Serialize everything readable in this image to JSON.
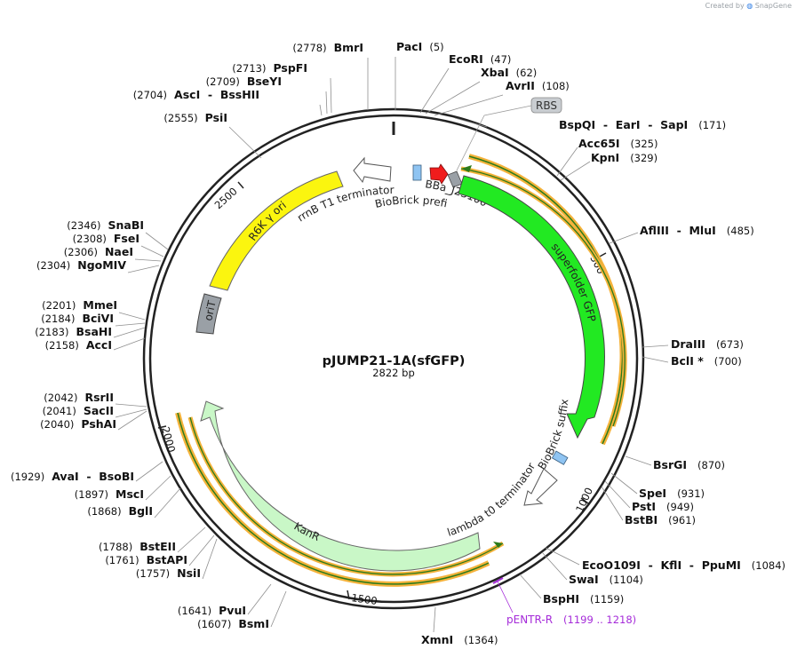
{
  "plasmid": {
    "name": "pJUMP21-1A(sfGFP)",
    "length_label": "2822 bp",
    "length": 2822
  },
  "branding": {
    "created_by": "Created by",
    "app": "SnapGene"
  },
  "scale_ticks": [
    "500",
    "1000",
    "1500",
    "2000",
    "2500"
  ],
  "sites_right": [
    {
      "name": "PacI",
      "pos": "(5)"
    },
    {
      "name": "EcoRI",
      "pos": "(47)"
    },
    {
      "name": "XbaI",
      "pos": "(62)"
    },
    {
      "name": "AvrII",
      "pos": "(108)"
    },
    {
      "name": "BspQI  -  EarI  -  SapI",
      "pos": "(171)"
    },
    {
      "name": "Acc65I",
      "pos": "(325)"
    },
    {
      "name": "KpnI",
      "pos": "(329)"
    },
    {
      "name": "AflIII  -  MluI",
      "pos": "(485)"
    },
    {
      "name": "DraIII",
      "pos": "(673)"
    },
    {
      "name": "BclI *",
      "pos": "(700)"
    },
    {
      "name": "BsrGI",
      "pos": "(870)"
    },
    {
      "name": "SpeI",
      "pos": "(931)"
    },
    {
      "name": "PstI",
      "pos": "(949)"
    },
    {
      "name": "BstBI",
      "pos": "(961)"
    },
    {
      "name": "EcoO109I  -  KflI  -  PpuMI",
      "pos": "(1084)"
    },
    {
      "name": "SwaI",
      "pos": "(1104)"
    },
    {
      "name": "BspHI",
      "pos": "(1159)"
    },
    {
      "name": "XmnI",
      "pos": "(1364)"
    }
  ],
  "sites_left": [
    {
      "name": "BmrI",
      "pos": "(2778)"
    },
    {
      "name": "PspFI",
      "pos": "(2713)"
    },
    {
      "name": "BseYI",
      "pos": "(2709)"
    },
    {
      "name": "AscI  -  BssHII",
      "pos": "(2704)"
    },
    {
      "name": "PsiI",
      "pos": "(2555)"
    },
    {
      "name": "SnaBI",
      "pos": "(2346)"
    },
    {
      "name": "FseI",
      "pos": "(2308)"
    },
    {
      "name": "NaeI",
      "pos": "(2306)"
    },
    {
      "name": "NgoMIV",
      "pos": "(2304)"
    },
    {
      "name": "MmeI",
      "pos": "(2201)"
    },
    {
      "name": "BciVI",
      "pos": "(2184)"
    },
    {
      "name": "BsaHI",
      "pos": "(2183)"
    },
    {
      "name": "AccI",
      "pos": "(2158)"
    },
    {
      "name": "RsrII",
      "pos": "(2042)"
    },
    {
      "name": "SacII",
      "pos": "(2041)"
    },
    {
      "name": "PshAI",
      "pos": "(2040)"
    },
    {
      "name": "AvaI  -  BsoBI",
      "pos": "(1929)"
    },
    {
      "name": "MscI",
      "pos": "(1897)"
    },
    {
      "name": "BglI",
      "pos": "(1868)"
    },
    {
      "name": "BstEII",
      "pos": "(1788)"
    },
    {
      "name": "BstAPI",
      "pos": "(1761)"
    },
    {
      "name": "NsiI",
      "pos": "(1757)"
    },
    {
      "name": "PvuI",
      "pos": "(1641)"
    },
    {
      "name": "BsmI",
      "pos": "(1607)"
    }
  ],
  "features": {
    "rbs": "RBS",
    "bba": "BBa_J23100",
    "biobrick_prefix": "BioBrick prefix",
    "rrnb": "rrnB T1 terminator",
    "r6k": "R6K γ ori",
    "orit": "oriT",
    "sfgfp": "superfolder GFP",
    "biobrick_suffix": "BioBrick suffix",
    "lambda": "lambda t0 terminator",
    "kanr": "KanR",
    "pentr_name": "pENTR-R",
    "pentr_range": "(1199 .. 1218)"
  },
  "colors": {
    "gfp": "#22e922",
    "kanr": "#c9f7c7",
    "ori": "#fbf50f",
    "grey": "#9aa0a6",
    "blue": "#8fc4f2",
    "red": "#f01c1c",
    "orange": "#f4b23a",
    "darkgreen": "#2b7a1a",
    "primer": "#a52bd9"
  }
}
